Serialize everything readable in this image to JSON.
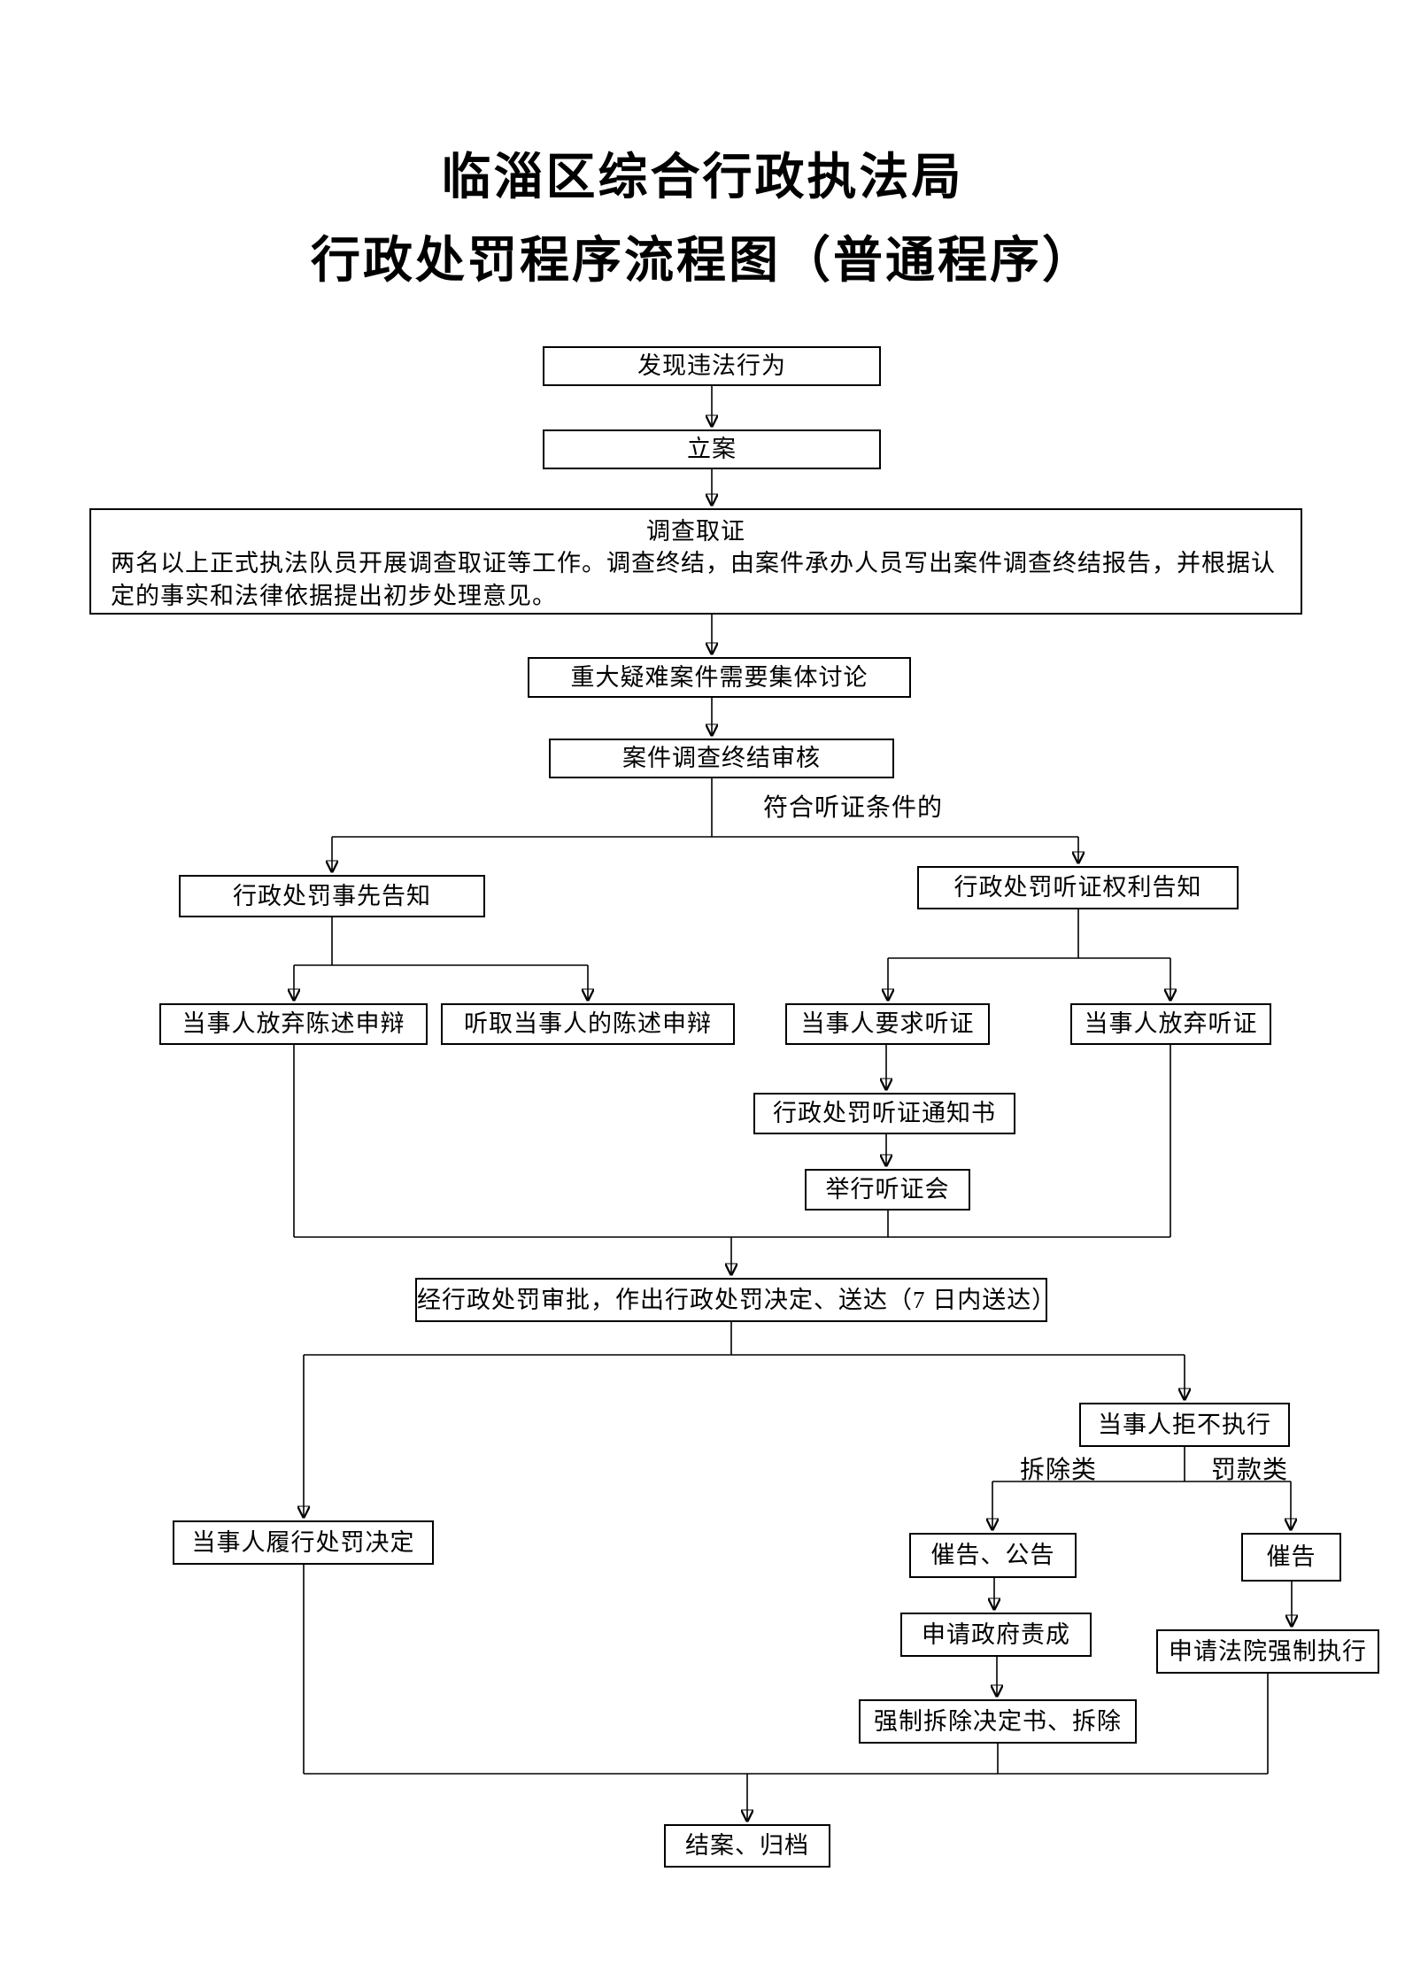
{
  "page": {
    "title_line1": "临淄区综合行政执法局",
    "title_line2": "行政处罚程序流程图（普通程序）"
  },
  "nodes": {
    "discover": "发现违法行为",
    "file_case": "立案",
    "investigation_title": "调查取证",
    "investigation_body": "两名以上正式执法队员开展调查取证等工作。调查终结，由案件承办人员写出案件调查终结报告，并根据认定的事实和法律依据提出初步处理意见。",
    "collective_discussion": "重大疑难案件需要集体讨论",
    "investigation_review": "案件调查终结审核",
    "hearing_condition_label": "符合听证条件的",
    "prior_notice": "行政处罚事先告知",
    "hearing_rights_notice": "行政处罚听证权利告知",
    "waive_statement": "当事人放弃陈述申辩",
    "hear_statement": "听取当事人的陈述申辩",
    "request_hearing": "当事人要求听证",
    "waive_hearing": "当事人放弃听证",
    "hearing_notice_doc": "行政处罚听证通知书",
    "hold_hearing": "举行听证会",
    "decision_delivery": "经行政处罚审批，作出行政处罚决定、送达（7 日内送达）",
    "fulfill_decision": "当事人履行处罚决定",
    "refuse_execute": "当事人拒不执行",
    "demolition_label": "拆除类",
    "fine_label": "罚款类",
    "urge_announce": "催告、公告",
    "urge": "催告",
    "gov_order": "申请政府责成",
    "forced_demolition": "强制拆除决定书、拆除",
    "court_enforcement": "申请法院强制执行",
    "close_archive": "结案、归档"
  }
}
